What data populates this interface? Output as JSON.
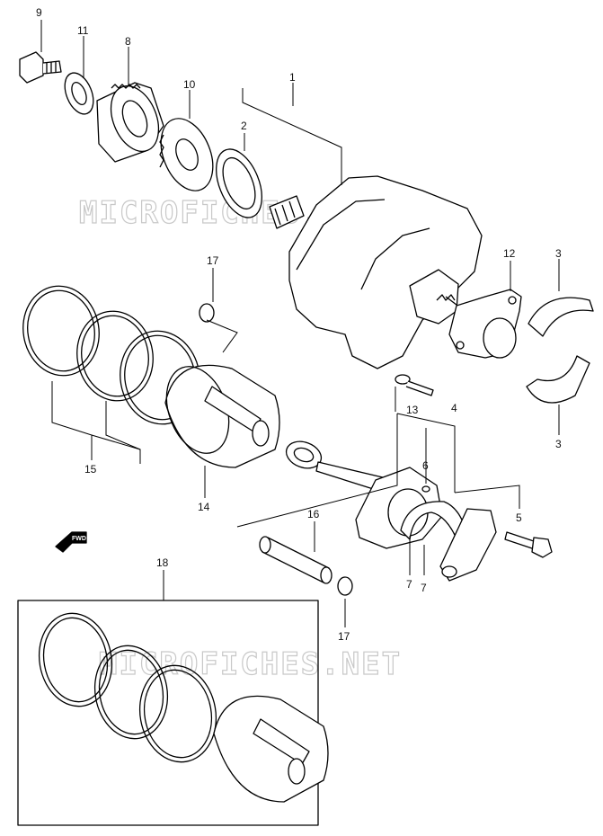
{
  "watermark": "MICROFICHES.NET",
  "forward_arrow_label": "FWD",
  "callouts": {
    "c1": "1",
    "c2": "2",
    "c3a": "3",
    "c3b": "3",
    "c4": "4",
    "c5": "5",
    "c6": "6",
    "c7a": "7",
    "c7b": "7",
    "c8": "8",
    "c9": "9",
    "c10": "10",
    "c11": "11",
    "c12": "12",
    "c13": "13",
    "c14": "14",
    "c15": "15",
    "c16": "16",
    "c17a": "17",
    "c17b": "17",
    "c18": "18"
  }
}
